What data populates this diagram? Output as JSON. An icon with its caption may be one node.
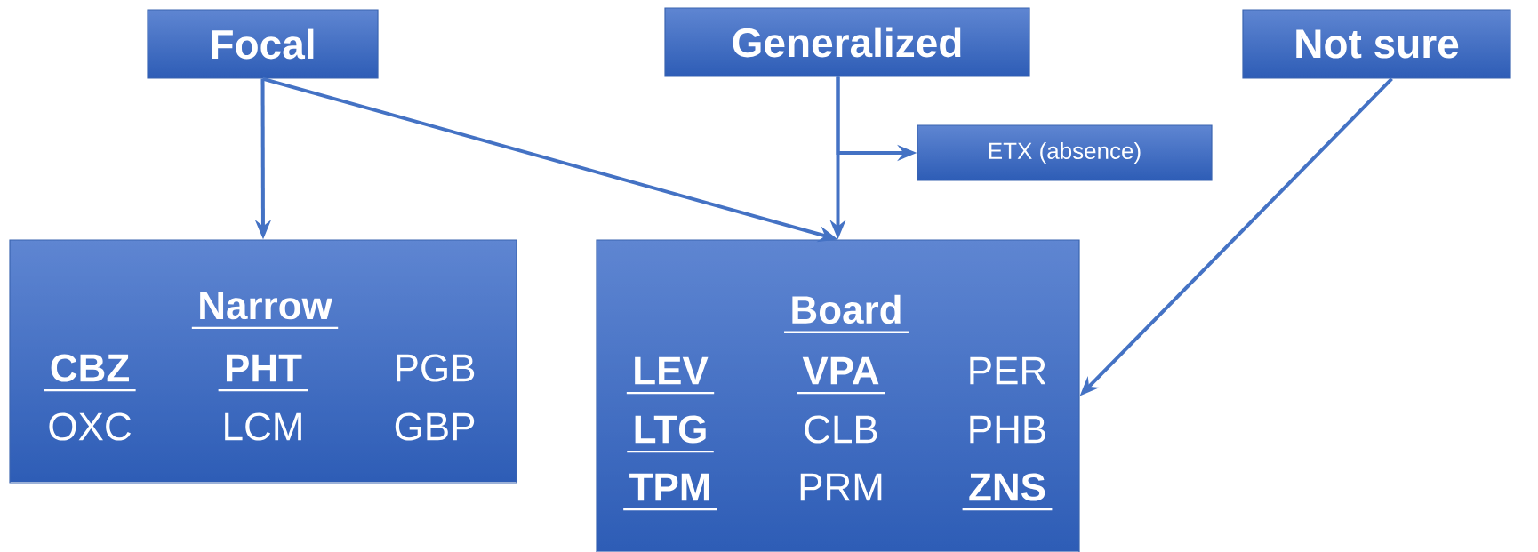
{
  "diagram": {
    "nodes": [
      {
        "text": [
          "Focal"
        ]
      },
      {
        "text": [
          "Generalized"
        ]
      },
      {
        "text": [
          "Not sure"
        ]
      },
      {
        "text": [
          "ETX (absence)"
        ]
      },
      {
        "text": [
          "Narrow",
          "CBZ",
          "PHT",
          "PGB",
          "OXC",
          "LCM",
          "GBP"
        ]
      },
      {
        "text": [
          "Board",
          "LEV",
          "VPA",
          "PER",
          "LTG",
          "CLB",
          "PHB",
          "TPM",
          "PRM",
          "ZNS"
        ]
      }
    ],
    "edges": [
      {
        "from": 0,
        "to": 4,
        "arrow": "to"
      },
      {
        "from": 0,
        "to": 5,
        "arrow": "to"
      },
      {
        "from": 1,
        "to": 5,
        "arrow": "to"
      },
      {
        "from": 1,
        "to": 3,
        "arrow": "to"
      },
      {
        "from": 2,
        "to": 5,
        "arrow": "to"
      }
    ]
  }
}
